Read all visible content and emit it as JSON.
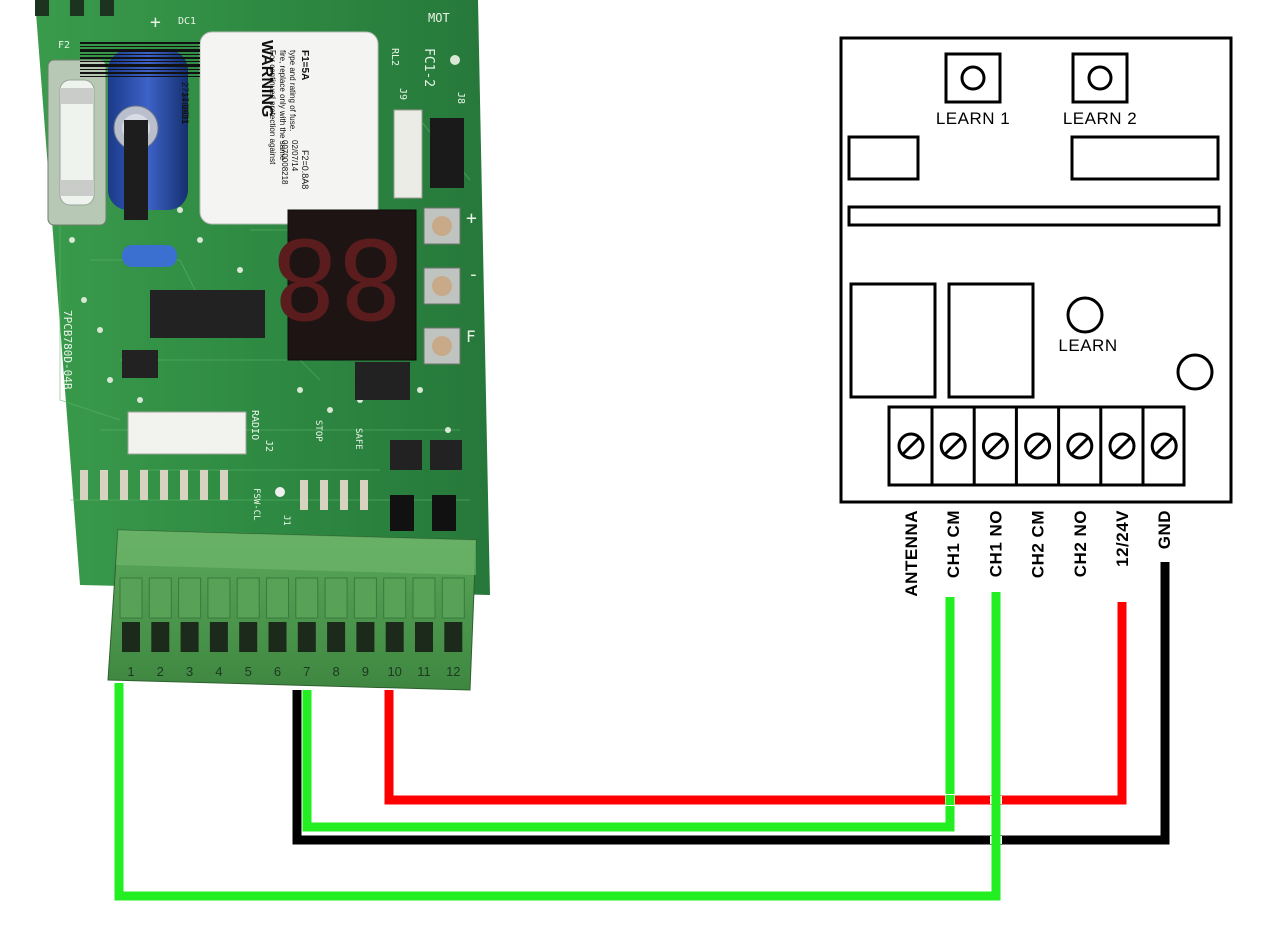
{
  "board": {
    "part_number": "7PCB780D-04B",
    "relay_label": "RL2",
    "connector_labels": [
      "FC1-2",
      "J9",
      "J8",
      "J2",
      "J1"
    ],
    "radio_label": "RADIO",
    "stop_label": "STOP",
    "safe_label": "SAFE",
    "fsw_label": "FSW-CL",
    "fuse_label": "F2",
    "cap_label": "DC1",
    "mot_label": "MOT",
    "button_labels": [
      "+",
      "-",
      "F"
    ],
    "display_digits": "88",
    "warning_sticker": {
      "barcode_top": "2714.0681",
      "barcode_mid": "3760D1",
      "barcode_right": "0070008218",
      "date": "02/07/14",
      "title": "WARNING",
      "line1": "For continued protection against",
      "line2": "fire, replace only with the same",
      "line3": "type and rating of fuse.",
      "f1": "F1=5A",
      "f2": "F2=0.8A8"
    },
    "terminal_numbers": [
      "1",
      "2",
      "3",
      "4",
      "5",
      "6",
      "7",
      "8",
      "9",
      "10",
      "11",
      "12"
    ]
  },
  "receiver": {
    "learn1": "LEARN 1",
    "learn2": "LEARN 2",
    "learn": "LEARN",
    "pins": [
      "ANTENNA",
      "CH1 CM",
      "CH1 NO",
      "CH2 CM",
      "CH2 NO",
      "12/24V",
      "GND"
    ]
  },
  "wires": [
    {
      "from_terminal": "10",
      "to_pin": "12/24V",
      "color": "#ff0000"
    },
    {
      "from_terminal": "7",
      "to_pin": "CH1 CM",
      "color": "#22ee22"
    },
    {
      "from_terminal": "7",
      "to_pin": "GND",
      "color": "#000000"
    },
    {
      "from_terminal": "1",
      "to_pin": "CH1 NO",
      "color": "#22ee22"
    }
  ],
  "colors": {
    "pcb_green": "#2f8f43",
    "terminal_green": "#4f9a4e",
    "wire_red": "#ff0000",
    "wire_green": "#22ee22",
    "wire_black": "#000000"
  }
}
